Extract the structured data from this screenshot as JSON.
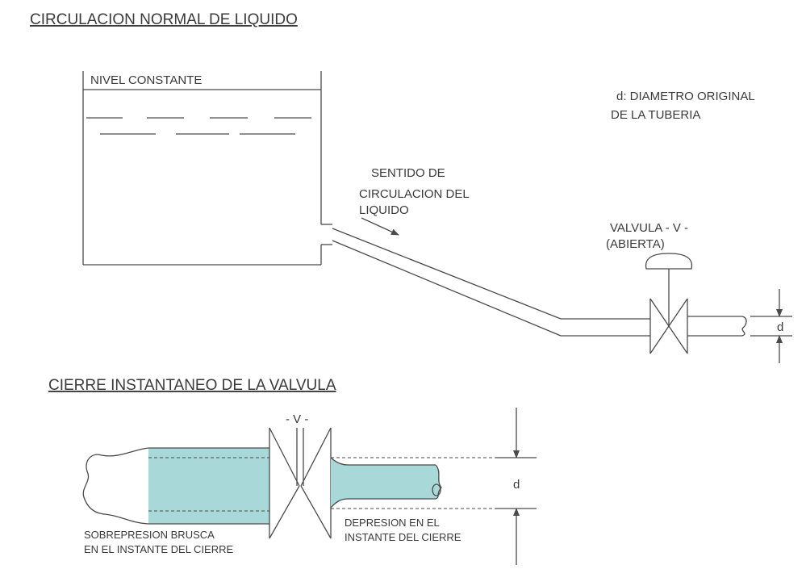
{
  "top_section": {
    "title": "CIRCULACION NORMAL DE LIQUIDO",
    "tank_label": "NIVEL CONSTANTE",
    "diameter_note": [
      "d: DIAMETRO ORIGINAL",
      "DE LA TUBERIA"
    ],
    "flow_label": [
      "SENTIDO DE",
      "CIRCULACION DEL",
      "LIQUIDO"
    ],
    "valve_label": [
      "VALVULA - V -",
      "(ABIERTA)"
    ],
    "d_symbol": "d"
  },
  "bottom_section": {
    "title": "CIERRE INSTANTANEO DE LA VALVULA",
    "valve_label": "- V -",
    "d_symbol": "d",
    "left_label": [
      "SOBREPRESION BRUSCA",
      "EN EL INSTANTE DEL CIERRE"
    ],
    "right_label": [
      "DEPRESION EN EL",
      "INSTANTE DEL CIERRE"
    ]
  },
  "colors": {
    "fluid": "#a9d8d8",
    "line": "#4a4a4a",
    "text": "#3a3a3a"
  }
}
